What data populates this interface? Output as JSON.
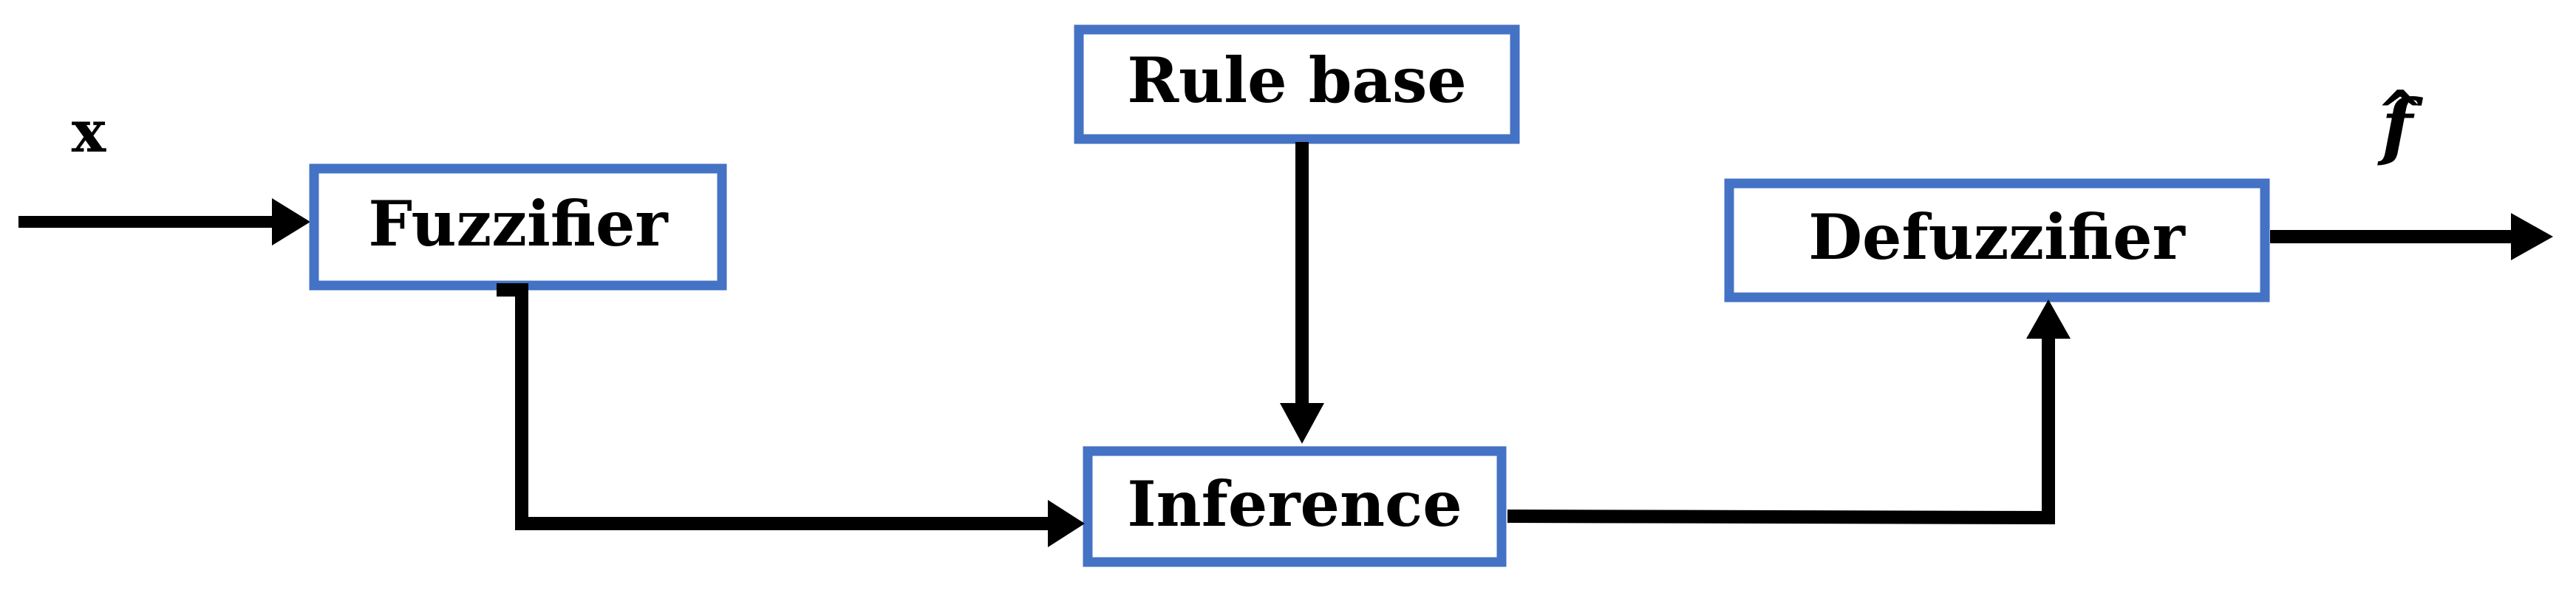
{
  "blocks": {
    "rule_base": "Rule base",
    "fuzzifier": "Fuzzifier",
    "inference": "Inference",
    "defuzzifier": "Defuzzifier"
  },
  "signals": {
    "input": "x",
    "output_base": "f",
    "output_hat": "^"
  },
  "colors": {
    "block_border": "#4472C4",
    "line": "#000000",
    "background": "#ffffff"
  }
}
